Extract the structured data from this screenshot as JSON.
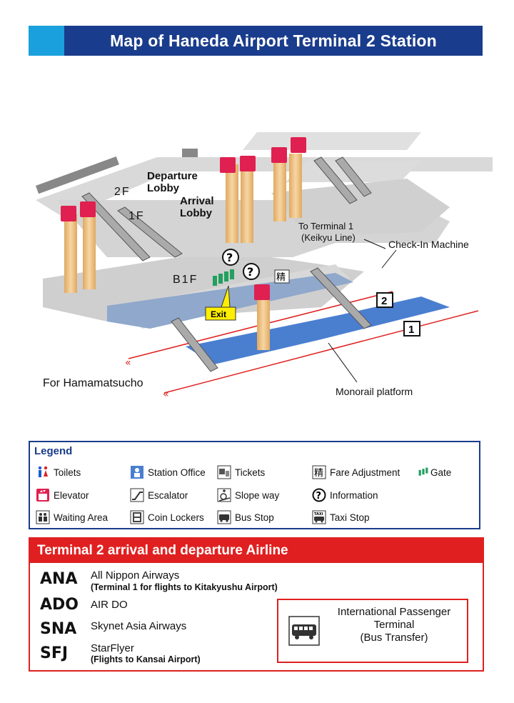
{
  "title": "Map of Haneda Airport Terminal 2 Station",
  "map": {
    "floors": {
      "f2": "2F",
      "f1": "1F",
      "b1f": "B1F"
    },
    "departure_lobby": "Departure Lobby",
    "departure_lobby_line1": "Departure",
    "departure_lobby_line2": "Lobby",
    "arrival_lobby_line1": "Arrival",
    "arrival_lobby_line2": "Lobby",
    "to_terminal1_line1": "To Terminal 1",
    "to_terminal1_line2": "(Keikyu Line)",
    "check_in_machine": "Check-In Machine",
    "exit": "Exit",
    "for_hamamatsucho": "For Hamamatsucho",
    "monorail_platform": "Monorail platform",
    "platform_numbers": [
      "2",
      "1"
    ],
    "fare_char": "精"
  },
  "legend": {
    "title": "Legend",
    "items": [
      {
        "label": "Toilets",
        "icon": "toilets-icon"
      },
      {
        "label": "Station Office",
        "icon": "station-office-icon"
      },
      {
        "label": "Tickets",
        "icon": "tickets-icon"
      },
      {
        "label": "Fare Adjustment",
        "icon": "fare-adjustment-icon"
      },
      {
        "label": "Gate",
        "icon": "gate-icon"
      },
      {
        "label": "Elevator",
        "icon": "elevator-icon"
      },
      {
        "label": "Escalator",
        "icon": "escalator-icon"
      },
      {
        "label": "Slope way",
        "icon": "slope-way-icon"
      },
      {
        "label": "Information",
        "icon": "information-icon"
      },
      {
        "label": "Waiting Area",
        "icon": "waiting-area-icon"
      },
      {
        "label": "Coin Lockers",
        "icon": "coin-lockers-icon"
      },
      {
        "label": "Bus Stop",
        "icon": "bus-stop-icon"
      },
      {
        "label": "Taxi Stop",
        "icon": "taxi-stop-icon"
      }
    ],
    "fare_char": "精",
    "taxi_text": "TAXI"
  },
  "airlines": {
    "title": "Terminal 2 arrival and departure Airline",
    "list": [
      {
        "code": "ANA",
        "name": "All Nippon Airways",
        "note": "(Terminal 1 for flights to Kitakyushu Airport)"
      },
      {
        "code": "ADO",
        "name": "AIR DO",
        "note": ""
      },
      {
        "code": "SNA",
        "name": "Skynet Asia Airways",
        "note": ""
      },
      {
        "code": "SFJ",
        "name": "StarFlyer",
        "note": "(Flights to Kansai Airport)"
      }
    ],
    "intl_line1": "International Passenger",
    "intl_line2": "Terminal",
    "intl_line3": "(Bus Transfer)"
  },
  "colors": {
    "title_bg": "#1a3c8c",
    "title_accent": "#1aa0dc",
    "legend_border": "#1a3c8c",
    "airline_red": "#e02020",
    "platform_blue": "#4a7fd0",
    "concourse_blue": "#8fa8cc",
    "floor_gray": "#d9d9d9",
    "pillar": "#f2c98a",
    "exit_yellow": "#ffee00"
  }
}
